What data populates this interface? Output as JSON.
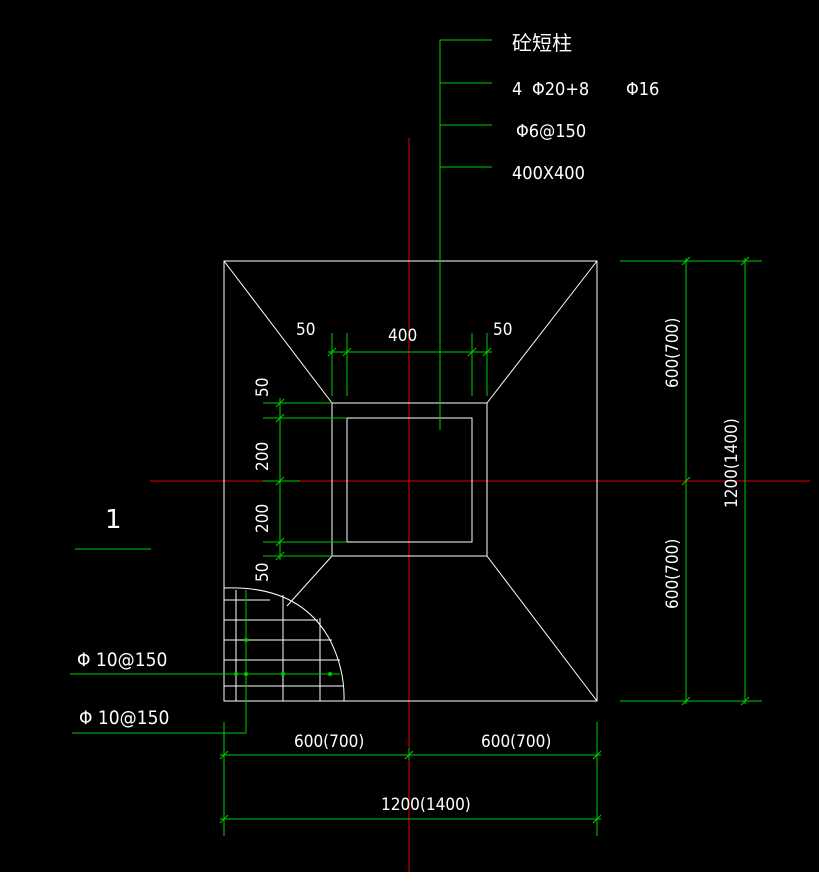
{
  "colors": {
    "background": "#000000",
    "outline": "#ffffff",
    "dimension": "#00cc00",
    "axis": "#e00000",
    "text": "#ffffff"
  },
  "callout": {
    "title": "砼短柱",
    "line2_a": "4",
    "line2_b": "Φ20+8",
    "line2_c": "Φ16",
    "line3": "Φ6@150",
    "line4": "400X400"
  },
  "dims": {
    "top_left": "50",
    "top_mid": "400",
    "top_right": "50",
    "left_50_top": "50",
    "left_200_top": "200",
    "left_200_bot": "200",
    "left_50_bot": "50",
    "right_upper": "600(700)",
    "right_lower": "600(700)",
    "right_total": "1200(1400)",
    "bottom_left": "600(700)",
    "bottom_right": "600(700)",
    "bottom_total": "1200(1400)"
  },
  "rebar": {
    "upper": "Φ 10@150",
    "lower": "Φ 10@150"
  },
  "section_mark": "1"
}
